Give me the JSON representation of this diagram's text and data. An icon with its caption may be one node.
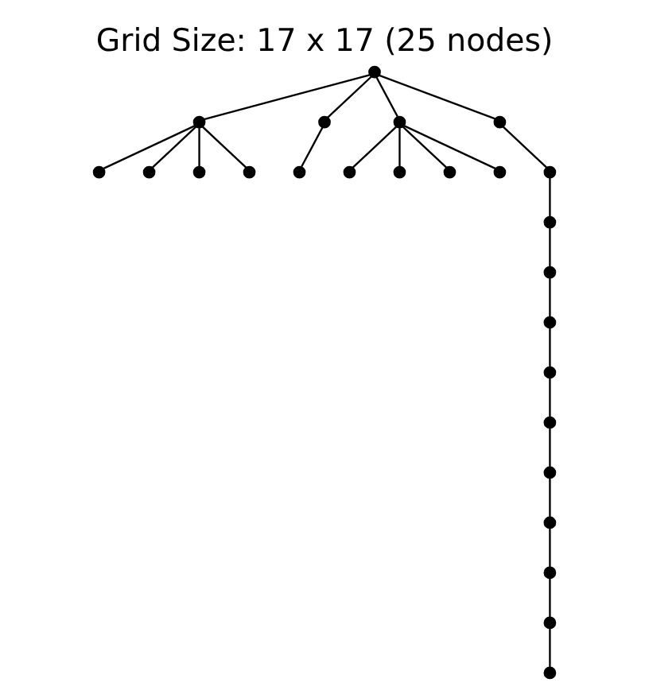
{
  "diagram": {
    "title": "Grid Size: 17 x 17 (25 nodes)",
    "nodes": [
      {
        "text": [],
        "shape": "circle"
      },
      {
        "text": [],
        "shape": "circle"
      },
      {
        "text": [],
        "shape": "circle"
      },
      {
        "text": [],
        "shape": "circle"
      },
      {
        "text": [],
        "shape": "circle"
      },
      {
        "text": [],
        "shape": "circle"
      },
      {
        "text": [],
        "shape": "circle"
      },
      {
        "text": [],
        "shape": "circle"
      },
      {
        "text": [],
        "shape": "circle"
      },
      {
        "text": [],
        "shape": "circle"
      },
      {
        "text": [],
        "shape": "circle"
      },
      {
        "text": [],
        "shape": "circle"
      },
      {
        "text": [],
        "shape": "circle"
      },
      {
        "text": [],
        "shape": "circle"
      },
      {
        "text": [],
        "shape": "circle"
      },
      {
        "text": [],
        "shape": "circle"
      },
      {
        "text": [],
        "shape": "circle"
      },
      {
        "text": [],
        "shape": "circle"
      },
      {
        "text": [],
        "shape": "circle"
      },
      {
        "text": [],
        "shape": "circle"
      },
      {
        "text": [],
        "shape": "circle"
      },
      {
        "text": [],
        "shape": "circle"
      },
      {
        "text": [],
        "shape": "circle"
      },
      {
        "text": [],
        "shape": "circle"
      },
      {
        "text": [],
        "shape": "circle"
      }
    ],
    "edges": [
      {
        "from": 12,
        "to": 9,
        "arrow": "none"
      },
      {
        "from": 12,
        "to": 10,
        "arrow": "none"
      },
      {
        "from": 12,
        "to": 11,
        "arrow": "none"
      },
      {
        "from": 12,
        "to": 13,
        "arrow": "none"
      },
      {
        "from": 9,
        "to": 0,
        "arrow": "none"
      },
      {
        "from": 9,
        "to": 2,
        "arrow": "none"
      },
      {
        "from": 9,
        "to": 4,
        "arrow": "none"
      },
      {
        "from": 9,
        "to": 5,
        "arrow": "none"
      },
      {
        "from": 10,
        "to": 6,
        "arrow": "none"
      },
      {
        "from": 11,
        "to": 1,
        "arrow": "none"
      },
      {
        "from": 11,
        "to": 3,
        "arrow": "none"
      },
      {
        "from": 11,
        "to": 7,
        "arrow": "none"
      },
      {
        "from": 11,
        "to": 8,
        "arrow": "none"
      },
      {
        "from": 13,
        "to": 14,
        "arrow": "none"
      },
      {
        "from": 14,
        "to": 15,
        "arrow": "none"
      },
      {
        "from": 15,
        "to": 16,
        "arrow": "none"
      },
      {
        "from": 16,
        "to": 17,
        "arrow": "none"
      },
      {
        "from": 17,
        "to": 18,
        "arrow": "none"
      },
      {
        "from": 18,
        "to": 19,
        "arrow": "none"
      },
      {
        "from": 19,
        "to": 20,
        "arrow": "none"
      },
      {
        "from": 20,
        "to": 21,
        "arrow": "none"
      },
      {
        "from": 21,
        "to": 22,
        "arrow": "none"
      },
      {
        "from": 22,
        "to": 23,
        "arrow": "none"
      },
      {
        "from": 23,
        "to": 24,
        "arrow": "none"
      }
    ]
  }
}
